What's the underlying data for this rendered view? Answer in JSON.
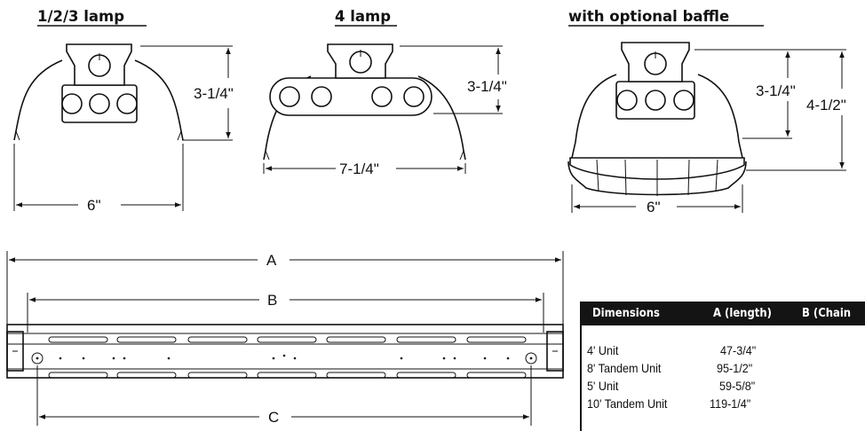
{
  "views": {
    "lamp123": {
      "title": "1/2/3 lamp",
      "height_dim": "3-1/4\"",
      "width_dim": "6\""
    },
    "lamp4": {
      "title": "4 lamp",
      "height_dim": "3-1/4\"",
      "width_dim": "7-1/4\""
    },
    "baffle": {
      "title": "with optional baffle",
      "height_dim": "3-1/4\"",
      "total_height_dim": "4-1/2\"",
      "width_dim": "6\""
    }
  },
  "plan": {
    "dim_a": "A",
    "dim_b": "B",
    "dim_c": "C"
  },
  "table": {
    "headers": [
      "Dimensions",
      "A (length)",
      "B (Chain"
    ],
    "rows": [
      {
        "name": "4' Unit",
        "a": "47-3/4\""
      },
      {
        "name": "8' Tandem Unit",
        "a": "95-1/2\""
      },
      {
        "name": "5' Unit",
        "a": "59-5/8\""
      },
      {
        "name": "10' Tandem Unit",
        "a": "119-1/4\""
      }
    ]
  }
}
